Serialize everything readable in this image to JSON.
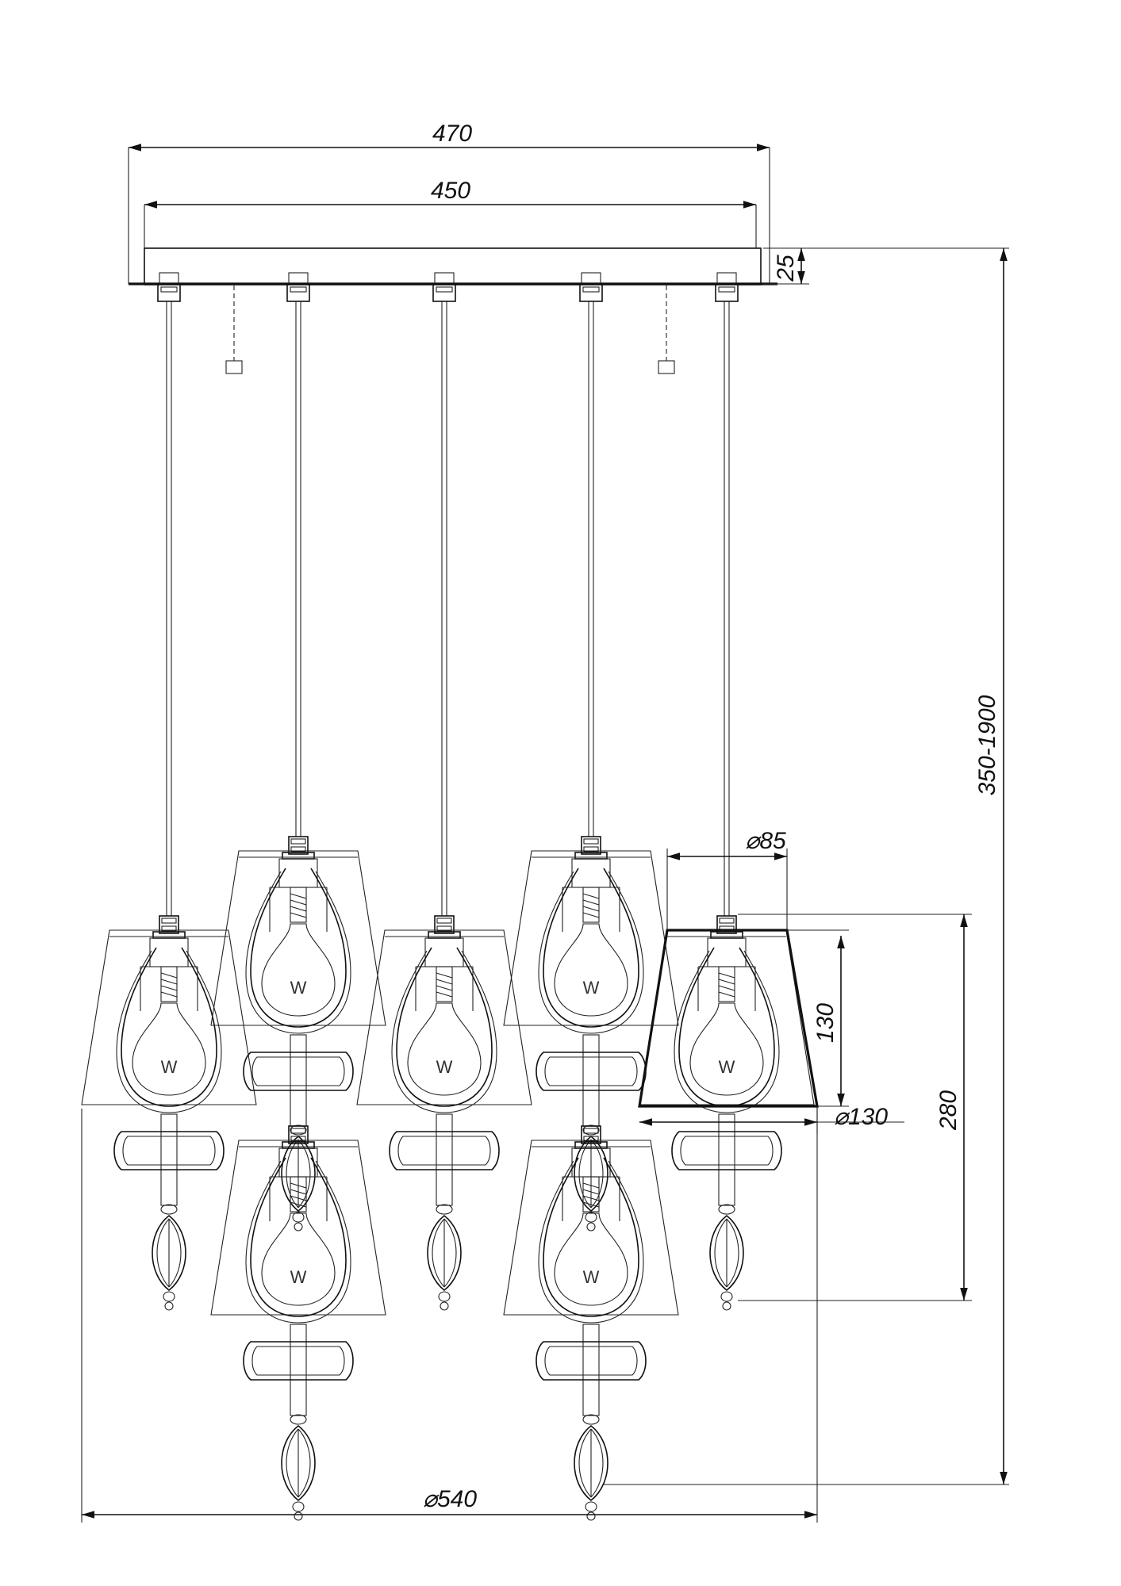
{
  "dimensions": {
    "overall_width": "470",
    "canopy_width": "450",
    "canopy_height": "25",
    "suspension_length": "350-1900",
    "shade_top_diameter": "⌀85",
    "shade_height": "130",
    "shade_bottom_diameter": "⌀130",
    "pendant_height": "280",
    "total_diameter": "⌀540"
  },
  "bulb_label": "W",
  "pendants": [
    {
      "x": 0.0,
      "y_top": 0
    },
    {
      "x": 1.0,
      "y_top": 1
    },
    {
      "x": 2.0,
      "y_top": 0
    },
    {
      "x": 3.0,
      "y_top": 1
    },
    {
      "x": 4.0,
      "y_top": 0
    }
  ],
  "colors": {
    "line": "#111111",
    "background": "#ffffff"
  }
}
